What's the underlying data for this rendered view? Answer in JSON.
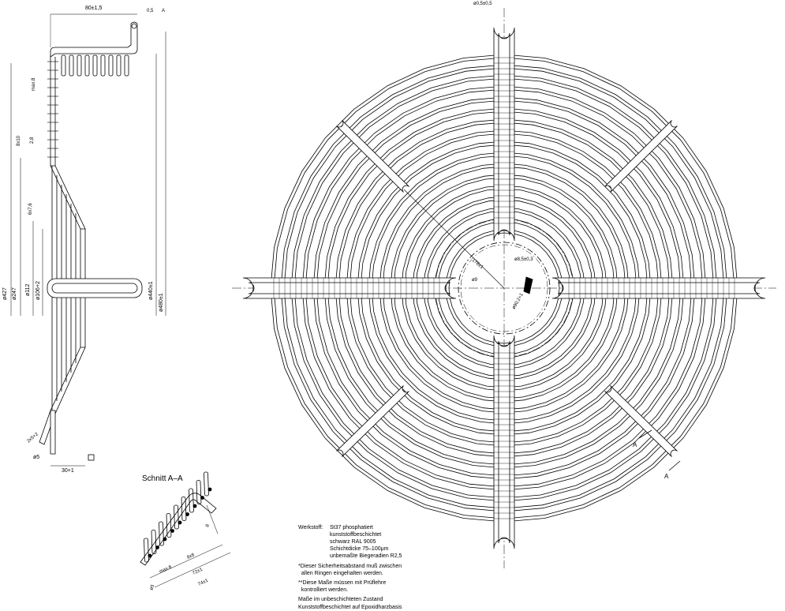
{
  "side_view": {
    "dims": {
      "top_width": "80±1,5",
      "tol_top": "0,5",
      "ref_a": "A",
      "outer": "ø480±1",
      "frame": "ø440±1",
      "d427": "ø427",
      "d247": "ø247",
      "d112": "ø112",
      "d106": "ø106+2",
      "max8": "max.8",
      "ring_8x10": "8x10",
      "ring_6x7": "6x7,6",
      "w2": "2,8",
      "bottom_depth": "30+1",
      "left_offset": "ø5",
      "foot": "2x5+2"
    }
  },
  "front_view": {
    "dims": {
      "top_tol": "ø0,5±0,5",
      "slot": "ø8,5±0,3",
      "mount_radius": "178±1",
      "hole": "ø9",
      "center_dia": "ø90,2+1"
    },
    "section_marker": "A"
  },
  "section_aa": {
    "title": "Schnitt A–A",
    "dims": {
      "max": "max.6",
      "pitch": "8x8",
      "span": "72±1",
      "total": "74±1",
      "ring": "8",
      "left": "ø5"
    }
  },
  "notes": {
    "material_label": "Werkstoff:",
    "material_lines": [
      "St37 phosphatiert",
      "kunststoffbeschichtet",
      "schwarz  RAL 9005",
      "Schichtdicke 75–100μm",
      "unbemaßte Biegeradien R2,5"
    ],
    "note1": "*Dieser Sicherheitsabstand muß zwischen\n  allen Ringen eingehalten werden.",
    "note2": "**Diese Maße müssen mit Prüflehre\n  kontrolliert werden.",
    "note3": "Maße im unbeschichteten Zustand",
    "note4": "Kunststoffbeschichtet auf Epoxidharzbasis"
  }
}
